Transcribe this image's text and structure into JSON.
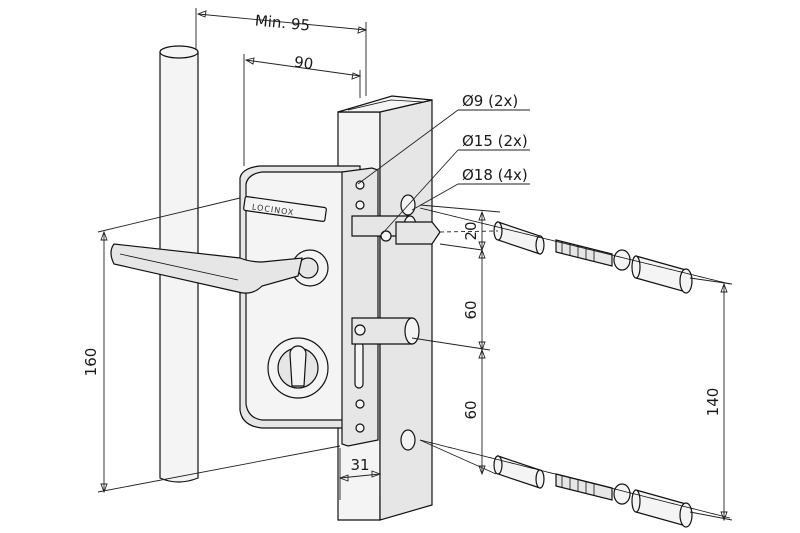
{
  "dimensions": {
    "min_width": "Min. 95",
    "width": "90",
    "height_total": "160",
    "post_width": "31",
    "spacing_top": "20",
    "spacing_middle": "60",
    "spacing_bottom": "60",
    "bolt_spacing": "140"
  },
  "holes": {
    "hole_9": "Ø9 (2x)",
    "hole_15": "Ø15 (2x)",
    "hole_18": "Ø18 (4x)"
  },
  "brand": {
    "logo": "LOCINOX"
  },
  "colors": {
    "line": "#111111",
    "body_fill": "#e6e6e6"
  }
}
